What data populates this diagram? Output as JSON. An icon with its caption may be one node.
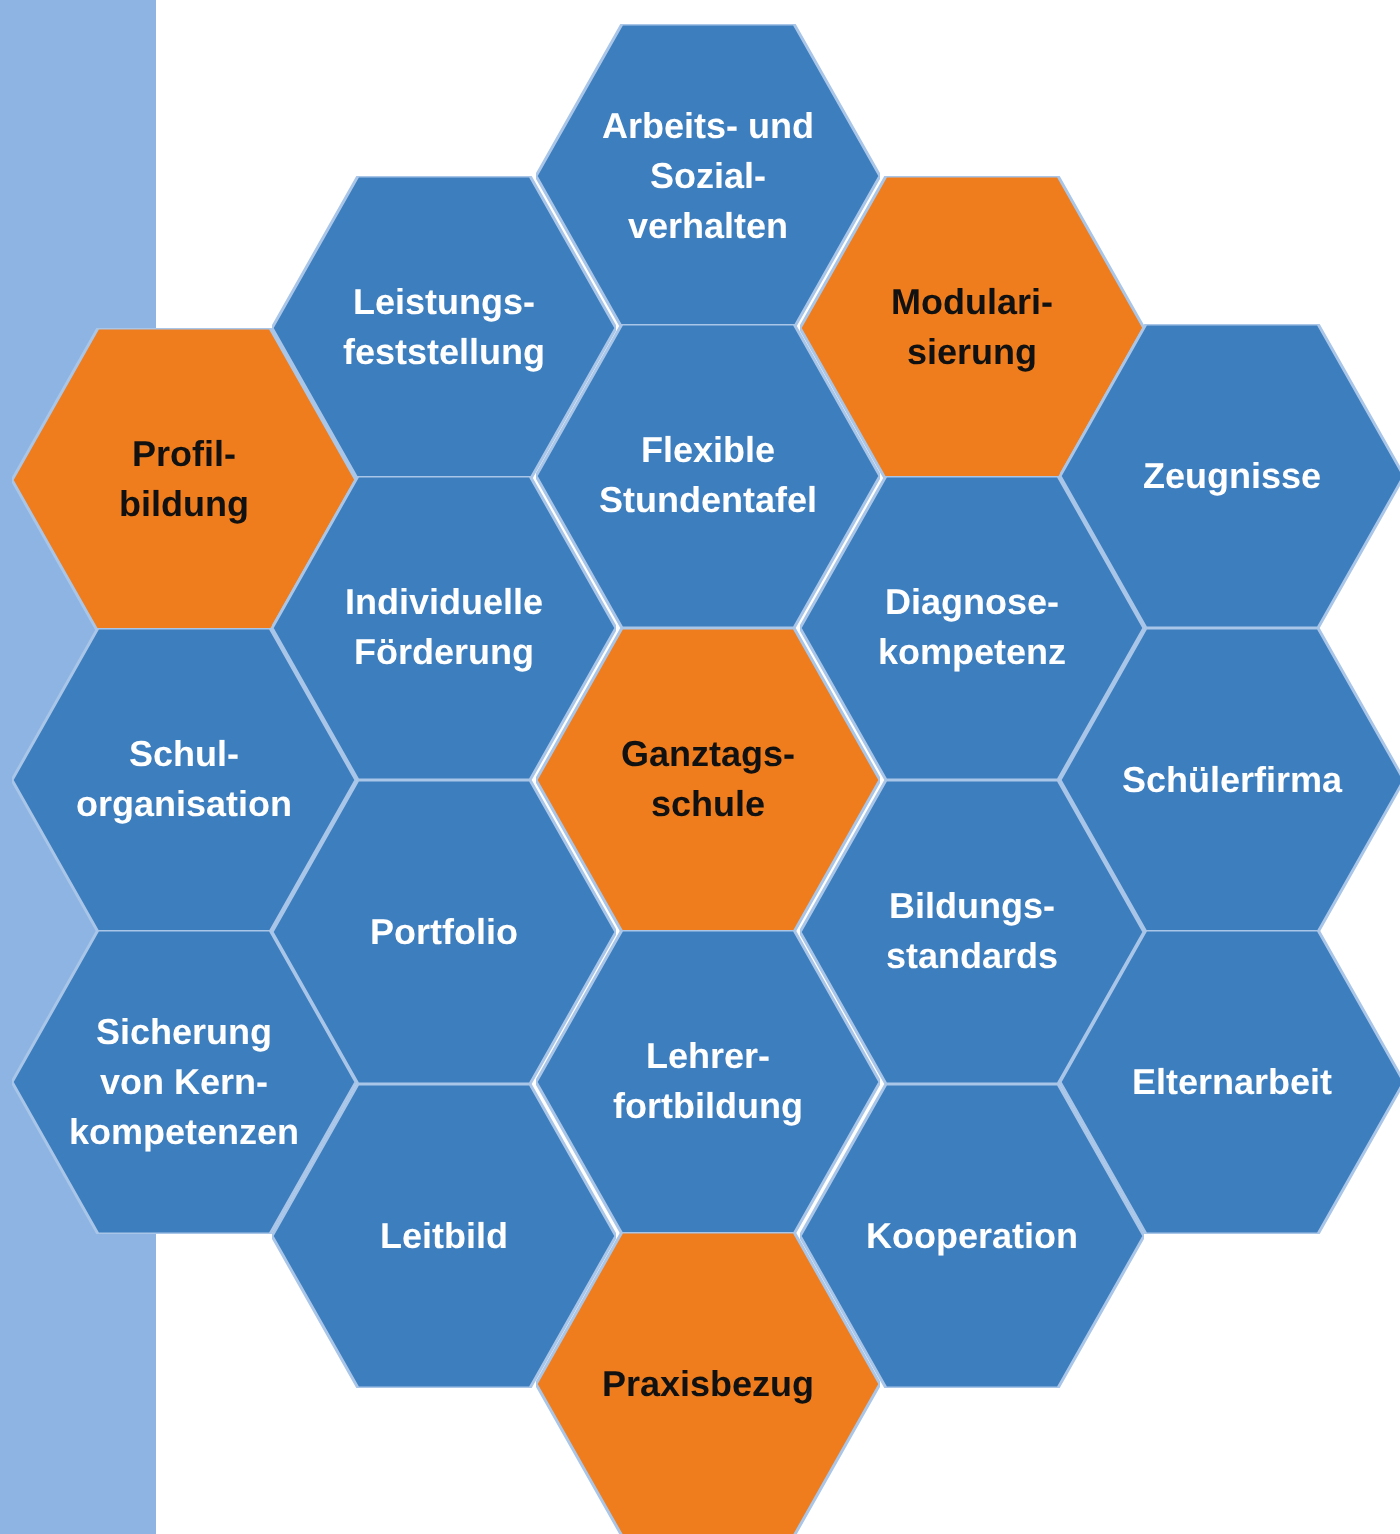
{
  "diagram": {
    "nodes": [
      {
        "text": [
          "Arbeits- und Sozial- verhalten"
        ]
      },
      {
        "text": [
          "Leistungs- feststellung"
        ]
      },
      {
        "text": [
          "Modulari- sierung"
        ]
      },
      {
        "text": [
          "Profil- bildung"
        ]
      },
      {
        "text": [
          "Flexible Stundentafel"
        ]
      },
      {
        "text": [
          "Zeugnisse"
        ]
      },
      {
        "text": [
          "Individuelle Förderung"
        ]
      },
      {
        "text": [
          "Diagnose- kompetenz"
        ]
      },
      {
        "text": [
          "Schul- organisation"
        ]
      },
      {
        "text": [
          "Ganztags- schule"
        ]
      },
      {
        "text": [
          "Schülerfirma"
        ]
      },
      {
        "text": [
          "Portfolio"
        ]
      },
      {
        "text": [
          "Bildungs- standards"
        ]
      },
      {
        "text": [
          "Sicherung von Kern- kompetenzen"
        ]
      },
      {
        "text": [
          "Lehrer- fortbildung"
        ]
      },
      {
        "text": [
          "Elternarbeit"
        ]
      },
      {
        "text": [
          "Leitbild"
        ]
      },
      {
        "text": [
          "Kooperation"
        ]
      },
      {
        "text": [
          "Praxisbezug"
        ]
      },
      {
        "text": [],
        "shape": "bar"
      }
    ]
  }
}
